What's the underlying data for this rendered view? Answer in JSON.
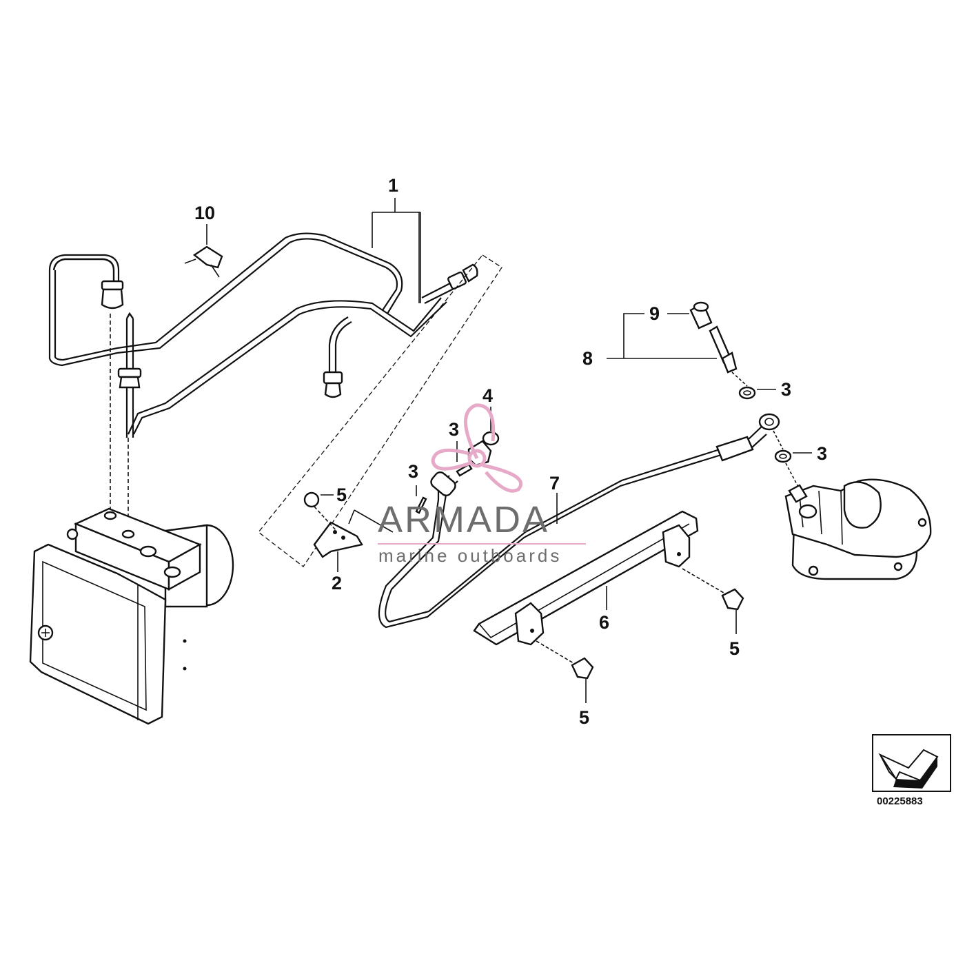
{
  "callouts": {
    "c1": "1",
    "c2": "2",
    "c3a": "3",
    "c3b": "3",
    "c3c": "3",
    "c3d": "3",
    "c4": "4",
    "c5a": "5",
    "c5b": "5",
    "c5c": "5",
    "c6": "6",
    "c7": "7",
    "c8": "8",
    "c9": "9",
    "c10": "10"
  },
  "watermark": {
    "brand": "ARMADA",
    "tagline": "marine outboards",
    "logo_color": "#e7a9c8",
    "text_color": "#6d6d6d"
  },
  "diagram_code": "00225883",
  "icons": [
    "direction-arrow-icon",
    "propeller-logo-icon"
  ]
}
